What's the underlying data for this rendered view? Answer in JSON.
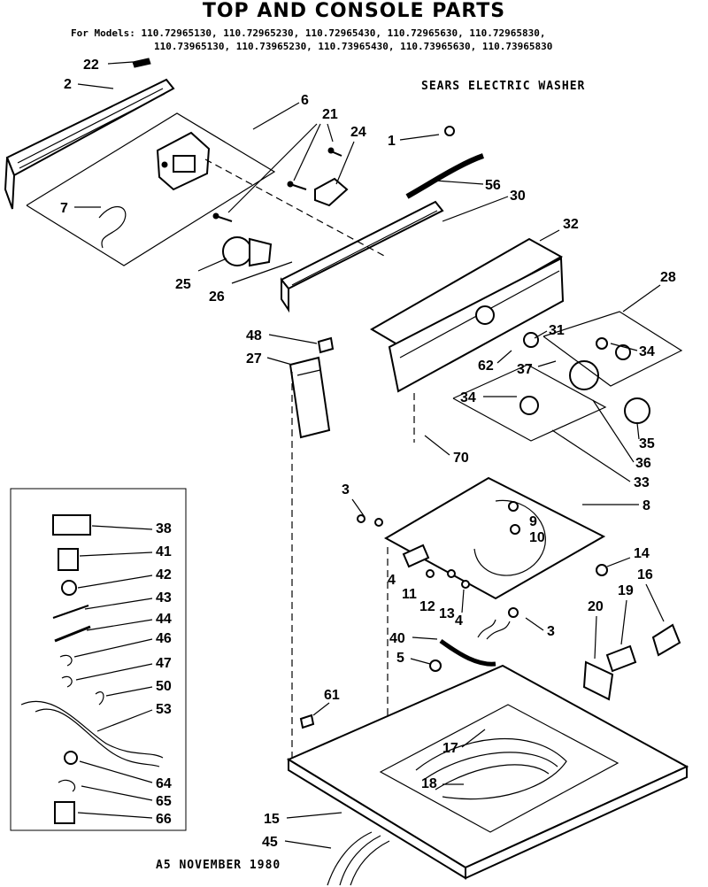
{
  "header": {
    "title": "TOP AND CONSOLE PARTS",
    "models_label": "For Models:",
    "models_line1": "110.72965130, 110.72965230, 110.72965430, 110.72965630, 110.72965830,",
    "models_line2": "110.73965130, 110.73965230, 110.73965430, 110.73965630, 110.73965830"
  },
  "subtitle": "SEARS ELECTRIC WASHER",
  "footer": "A5 NOVEMBER 1980",
  "callouts": {
    "c22": "22",
    "c2": "2",
    "c6": "6",
    "c21": "21",
    "c24": "24",
    "c1": "1",
    "c56": "56",
    "c30": "30",
    "c7": "7",
    "c25": "25",
    "c26": "26",
    "c32": "32",
    "c28": "28",
    "c48": "48",
    "c27": "27",
    "c31": "31",
    "c34a": "34",
    "c62": "62",
    "c37": "37",
    "c34b": "34",
    "c35": "35",
    "c70": "70",
    "c36": "36",
    "c33": "33",
    "c3a": "3",
    "c8": "8",
    "c9": "9",
    "c10": "10",
    "c14": "14",
    "c16": "16",
    "c4a": "4",
    "c11": "11",
    "c12": "12",
    "c13": "13",
    "c4b": "4",
    "c3b": "3",
    "c19": "19",
    "c20": "20",
    "c40": "40",
    "c5": "5",
    "c61": "61",
    "c17": "17",
    "c18": "18",
    "c15": "15",
    "c45": "45",
    "c38": "38",
    "c41": "41",
    "c42": "42",
    "c43": "43",
    "c44": "44",
    "c46": "46",
    "c47": "47",
    "c50": "50",
    "c53": "53",
    "c64": "64",
    "c65": "65",
    "c66": "66"
  }
}
